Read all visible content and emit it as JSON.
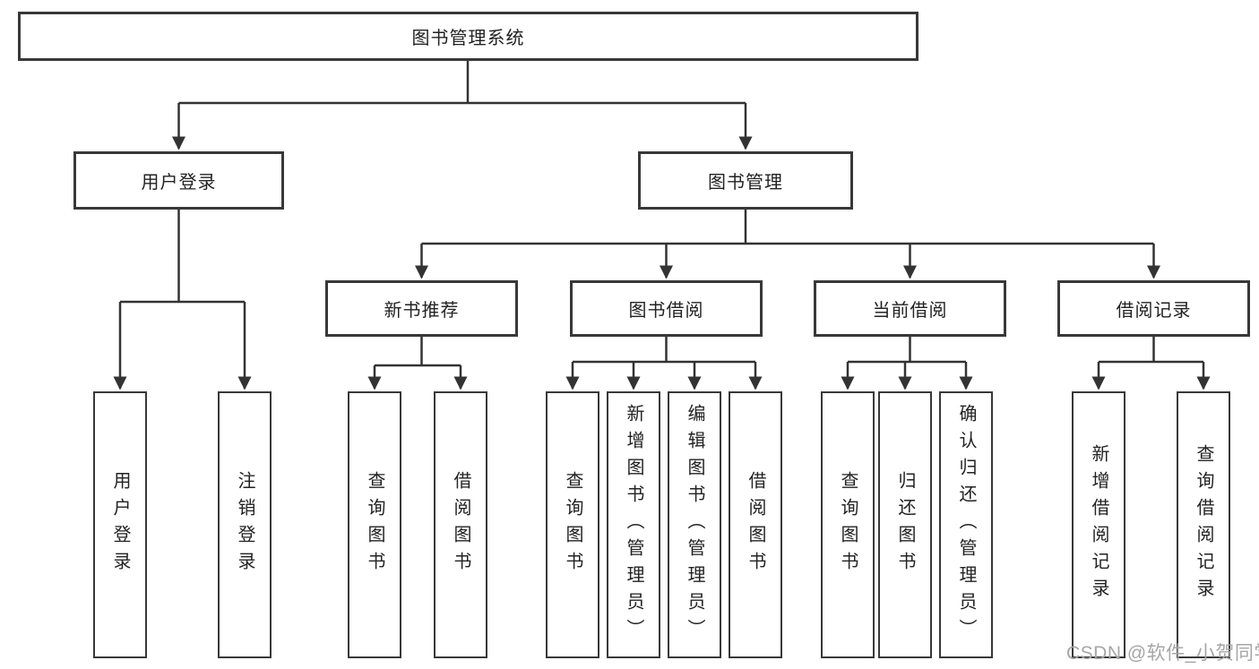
{
  "diagram": {
    "root": {
      "label": "图书管理系统"
    },
    "branches": [
      {
        "label": "用户登录",
        "children": [
          {
            "label": "用户登录"
          },
          {
            "label": "注销登录"
          }
        ]
      },
      {
        "label": "图书管理",
        "children": [
          {
            "label": "新书推荐",
            "children": [
              {
                "label": "查询图书"
              },
              {
                "label": "借阅图书"
              }
            ]
          },
          {
            "label": "图书借阅",
            "children": [
              {
                "label": "查询图书"
              },
              {
                "label": "新增图书（管理员）"
              },
              {
                "label": "编辑图书（管理员）"
              },
              {
                "label": "借阅图书"
              }
            ]
          },
          {
            "label": "当前借阅",
            "children": [
              {
                "label": "查询图书"
              },
              {
                "label": "归还图书"
              },
              {
                "label": "确认归还（管理员）"
              }
            ]
          },
          {
            "label": "借阅记录",
            "children": [
              {
                "label": "新增借阅记录"
              },
              {
                "label": "查询借阅记录"
              }
            ]
          }
        ]
      }
    ]
  },
  "watermark": {
    "text": "CSDN @软件_小贺同学"
  },
  "colors": {
    "line": "#333333",
    "border": "#383838",
    "text": "#222222",
    "watermark": "#a6a6a6",
    "background": "#ffffff"
  }
}
